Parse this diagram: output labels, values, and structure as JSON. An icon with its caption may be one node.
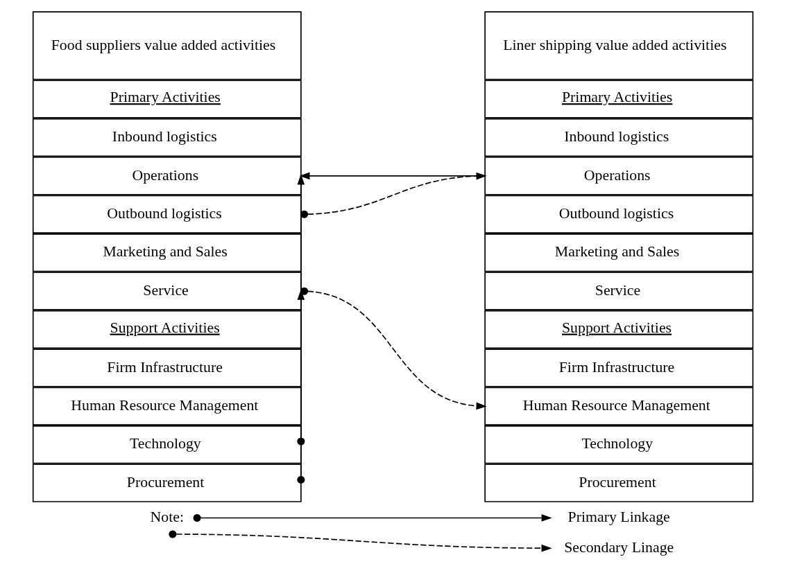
{
  "diagram": {
    "nodes": [
      {
        "text": [
          "Food suppliers value added activities"
        ]
      },
      {
        "text": [
          "Primary Activities"
        ]
      },
      {
        "text": [
          "Inbound logistics"
        ]
      },
      {
        "text": [
          "Operations"
        ]
      },
      {
        "text": [
          "Outbound logistics"
        ]
      },
      {
        "text": [
          "Marketing and Sales"
        ]
      },
      {
        "text": [
          "Service"
        ]
      },
      {
        "text": [
          "Support Activities"
        ]
      },
      {
        "text": [
          "Firm Infrastructure"
        ]
      },
      {
        "text": [
          "Human Resource Management"
        ]
      },
      {
        "text": [
          "Technology"
        ]
      },
      {
        "text": [
          "Procurement"
        ]
      },
      {
        "text": [
          "Liner shipping value added activities"
        ]
      },
      {
        "text": [
          "Primary Activities"
        ]
      },
      {
        "text": [
          "Inbound logistics"
        ]
      },
      {
        "text": [
          "Operations"
        ]
      },
      {
        "text": [
          "Outbound logistics"
        ]
      },
      {
        "text": [
          "Marketing and Sales"
        ]
      },
      {
        "text": [
          "Service"
        ]
      },
      {
        "text": [
          "Support Activities"
        ]
      },
      {
        "text": [
          "Firm Infrastructure"
        ]
      },
      {
        "text": [
          "Human Resource Management"
        ]
      },
      {
        "text": [
          "Technology"
        ]
      },
      {
        "text": [
          "Procurement"
        ]
      }
    ],
    "edges": [
      {
        "from": 15,
        "to": 3,
        "arrow": "to"
      },
      {
        "from": 10,
        "to": 3,
        "arrow": "to"
      },
      {
        "from": 4,
        "to": 15,
        "arrow": "to",
        "style": "dashed"
      },
      {
        "from": 11,
        "to": 6,
        "arrow": "to"
      },
      {
        "from": 6,
        "to": 21,
        "arrow": "to",
        "style": "dashed"
      }
    ],
    "labels": [
      "Note:"
    ],
    "legend": [
      {
        "text": "Primary Linkage"
      },
      {
        "text": "Secondary Linage"
      }
    ]
  }
}
